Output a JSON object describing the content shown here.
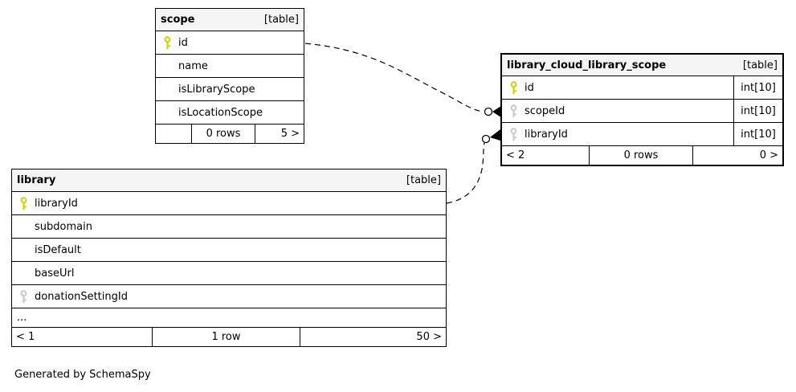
{
  "footer_note": "Generated by SchemaSpy",
  "colors": {
    "primary_key": "#cdd100",
    "foreign_key": "#c8c8c8",
    "header_bg": "#f5f5f5",
    "border": "#000000"
  },
  "tables": [
    {
      "id": "scope",
      "title": "scope",
      "badge": "[table]",
      "columns": [
        {
          "name": "id",
          "key": "primary",
          "type": ""
        },
        {
          "name": "name",
          "key": "none",
          "type": ""
        },
        {
          "name": "isLibraryScope",
          "key": "none",
          "type": ""
        },
        {
          "name": "isLocationScope",
          "key": "none",
          "type": ""
        }
      ],
      "footer": {
        "left": "",
        "center": "0 rows",
        "right": "5 >"
      }
    },
    {
      "id": "lcls",
      "title": "library_cloud_library_scope",
      "badge": "[table]",
      "columns": [
        {
          "name": "id",
          "key": "primary",
          "type": "int[10]"
        },
        {
          "name": "scopeId",
          "key": "foreign",
          "type": "int[10]"
        },
        {
          "name": "libraryId",
          "key": "foreign",
          "type": "int[10]"
        }
      ],
      "footer": {
        "left": "< 2",
        "center": "0 rows",
        "right": "0 >"
      }
    },
    {
      "id": "library",
      "title": "library",
      "badge": "[table]",
      "columns": [
        {
          "name": "libraryId",
          "key": "primary",
          "type": ""
        },
        {
          "name": "subdomain",
          "key": "none",
          "type": ""
        },
        {
          "name": "isDefault",
          "key": "none",
          "type": ""
        },
        {
          "name": "baseUrl",
          "key": "none",
          "type": ""
        },
        {
          "name": "donationSettingId",
          "key": "foreign",
          "type": ""
        },
        {
          "name": "...",
          "key": "none",
          "type": ""
        }
      ],
      "footer": {
        "left": "< 1",
        "center": "1 row",
        "right": "50 >"
      }
    }
  ],
  "relationships": [
    {
      "from": "scope.id",
      "to": "library_cloud_library_scope.scopeId",
      "cardinality": "zero-or-many"
    },
    {
      "from": "library.libraryId",
      "to": "library_cloud_library_scope.libraryId",
      "cardinality": "zero-or-many"
    }
  ]
}
